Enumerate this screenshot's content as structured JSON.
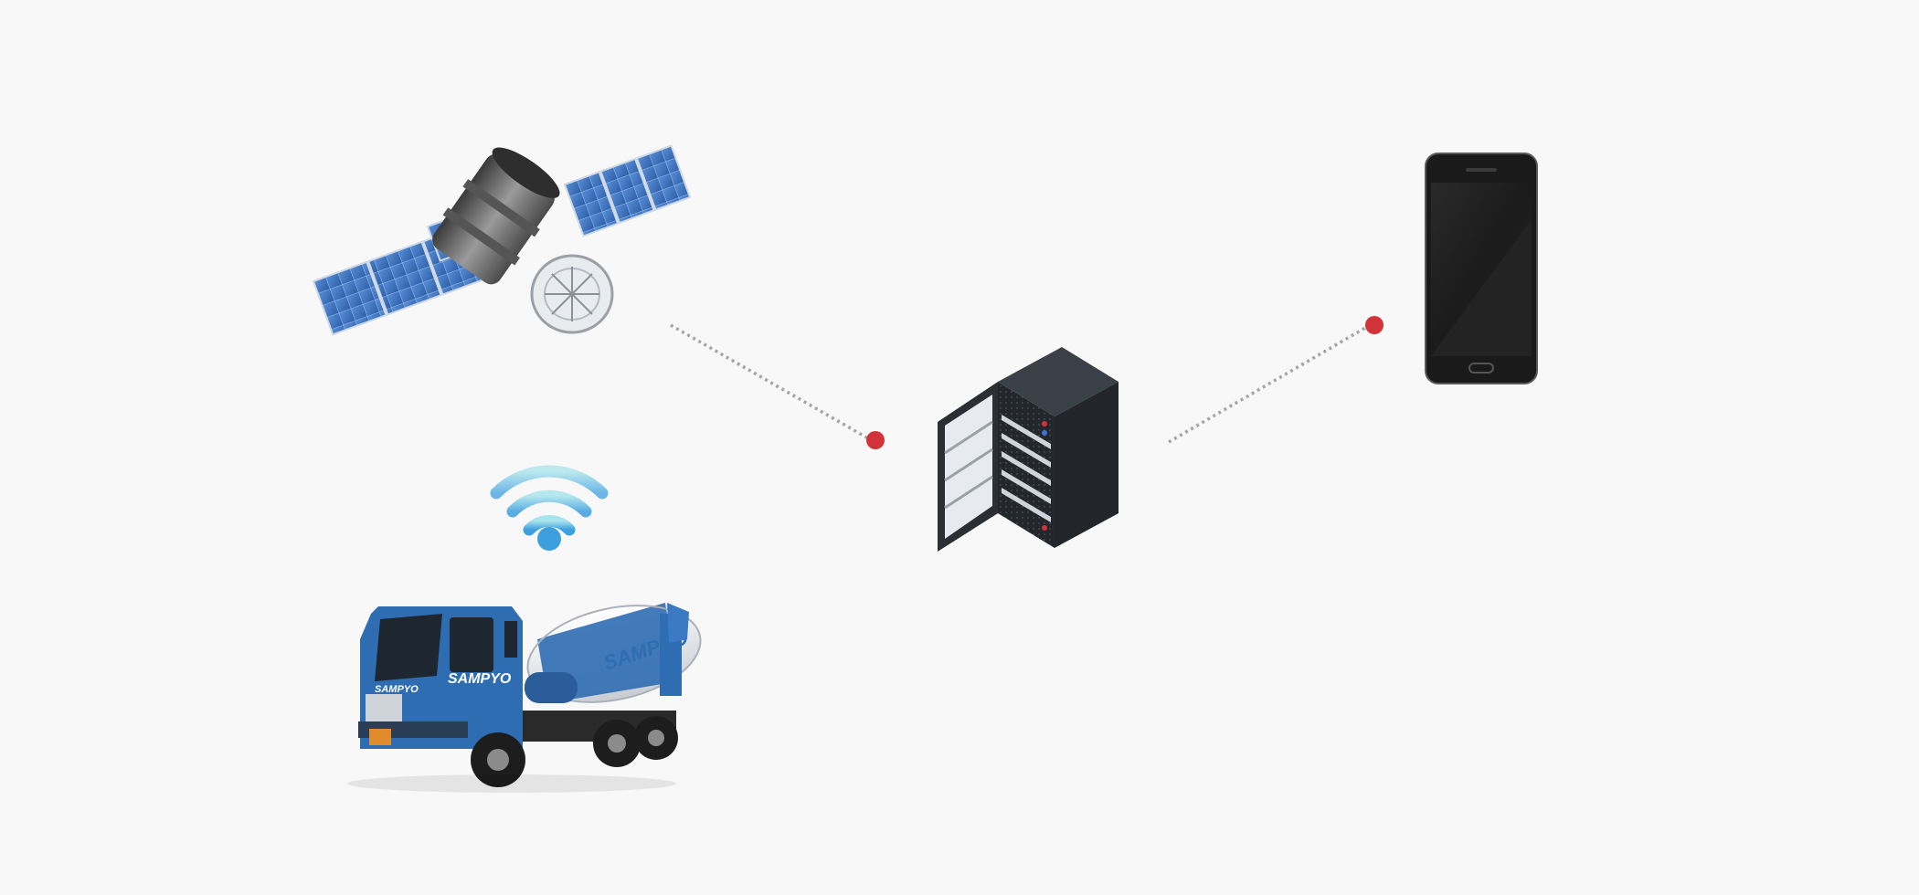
{
  "diagram": {
    "nodes": [
      {
        "id": "satellite",
        "icon": "satellite-icon"
      },
      {
        "id": "wifi",
        "icon": "wifi-icon"
      },
      {
        "id": "truck",
        "icon": "mixer-truck-icon",
        "brand_text": "SAMPYO"
      },
      {
        "id": "server",
        "icon": "server-rack-icon"
      },
      {
        "id": "phone",
        "icon": "smartphone-icon"
      }
    ],
    "connections": [
      {
        "from": "satellite",
        "to": "server",
        "style": "dotted"
      },
      {
        "from": "server",
        "to": "phone",
        "style": "dotted"
      }
    ]
  },
  "colors": {
    "background": "#f8f8f8",
    "connector_line": "#a6a6a6",
    "connector_dot": "#d0343a",
    "wifi": "#5bb8e0",
    "truck_blue": "#2f6db3",
    "panel_blue": "#3d72b8",
    "server_dark": "#2b2f33",
    "phone_black": "#1a1a1a"
  }
}
